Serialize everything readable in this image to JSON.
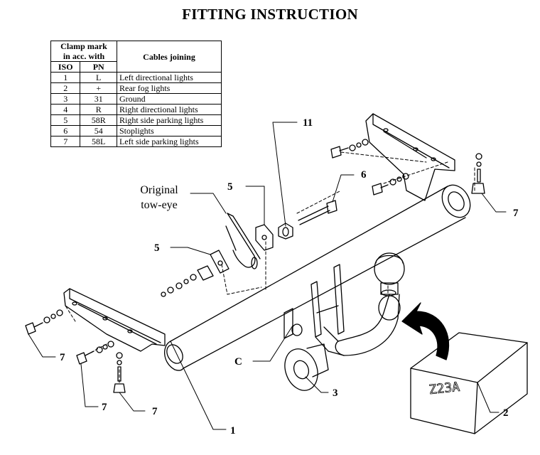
{
  "title": "FITTING INSTRUCTION",
  "table": {
    "header_clamp_line1": "Clamp mark",
    "header_clamp_line2": "in acc. with",
    "header_cables": "Cables joining",
    "header_iso": "ISO",
    "header_pn": "PN",
    "rows": [
      {
        "iso": "1",
        "pn": "L",
        "cable": "Left directional lights"
      },
      {
        "iso": "2",
        "pn": "+",
        "cable": "Rear fog lights"
      },
      {
        "iso": "3",
        "pn": "31",
        "cable": "Ground"
      },
      {
        "iso": "4",
        "pn": "R",
        "cable": "Right directional lights"
      },
      {
        "iso": "5",
        "pn": "58R",
        "cable": "Right side parking lights"
      },
      {
        "iso": "6",
        "pn": "54",
        "cable": "Stoplights"
      },
      {
        "iso": "7",
        "pn": "58L",
        "cable": "Left side parking lights"
      }
    ]
  },
  "labels": {
    "original_line1": "Original",
    "original_line2": "tow-eye",
    "part_1": "1",
    "part_2": "2",
    "part_3": "3",
    "part_5_top": "5",
    "part_5_left": "5",
    "part_6": "6",
    "part_7_right": "7",
    "part_7_left": "7",
    "part_7_bottom_a": "7",
    "part_7_bottom_b": "7",
    "part_11": "11",
    "part_c": "C",
    "box_code": "Z23A"
  }
}
